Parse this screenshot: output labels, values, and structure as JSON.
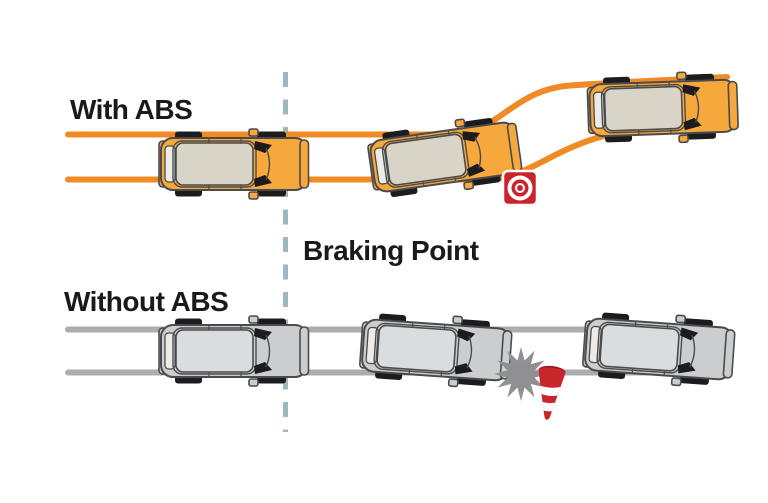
{
  "labels": {
    "with_abs": "With ABS",
    "braking_point": "Braking Point",
    "without_abs": "Without ABS"
  },
  "icons": {
    "target": "target-bullseye-icon",
    "crash": "crash-burst-icon",
    "cone": "traffic-cone-icon",
    "car": "car-top-view-icon",
    "braking_line": "dashed-braking-point-line"
  },
  "colors": {
    "track_orange": "#EF8A25",
    "track_gray": "#ABADAF",
    "dash_blue": "#9FB7C2",
    "car_orange_body": "#F6A83C",
    "car_orange_roof": "#D8D4C8",
    "car_gray_body": "#CBCDCE",
    "car_gray_roof": "#DADCDD",
    "car_window": "#ECEBE7",
    "car_outline": "#4A4B4E",
    "wheel_black": "#1C1C1E",
    "crash_gray": "#8E9093",
    "cone_red": "#C9262C",
    "cone_red_dark": "#9E1B20",
    "target_red": "#C9252C",
    "label_black": "#1A1A1A",
    "background": "#FFFFFF"
  }
}
